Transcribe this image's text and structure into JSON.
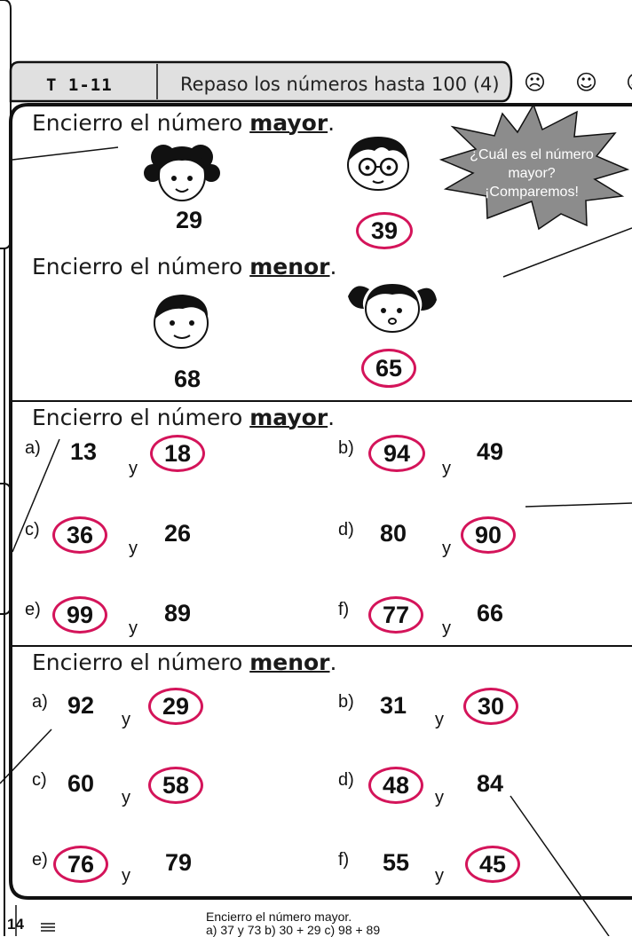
{
  "header": {
    "code": "T 1-11",
    "title": "Repaso los números hasta 100 (4)",
    "faces": [
      "☹",
      "☺",
      "☺"
    ]
  },
  "section1": {
    "title_prefix": "Encierro el número ",
    "title_kw": "mayor",
    "title_suffix": ".",
    "left": "29",
    "right": "39",
    "circled": "39",
    "speech_bubble": [
      "¿Cuál es el número",
      "mayor?",
      "¡Comparemos!"
    ]
  },
  "section2": {
    "title_prefix": "Encierro el número ",
    "title_kw": "menor",
    "title_suffix": ".",
    "left": "68",
    "right": "65",
    "circled": "65"
  },
  "section3": {
    "title_prefix": "Encierro el número ",
    "title_kw": "mayor",
    "title_suffix": ".",
    "conj": "y",
    "items": [
      {
        "letter": "a)",
        "first": "13",
        "second": "18",
        "circled": "second"
      },
      {
        "letter": "b)",
        "first": "94",
        "second": "49",
        "circled": "first"
      },
      {
        "letter": "c)",
        "first": "36",
        "second": "26",
        "circled": "first"
      },
      {
        "letter": "d)",
        "first": "80",
        "second": "90",
        "circled": "second"
      },
      {
        "letter": "e)",
        "first": "99",
        "second": "89",
        "circled": "first"
      },
      {
        "letter": "f)",
        "first": "77",
        "second": "66",
        "circled": "first"
      }
    ]
  },
  "section4": {
    "title_prefix": "Encierro el número ",
    "title_kw": "menor",
    "title_suffix": ".",
    "conj": "y",
    "items": [
      {
        "letter": "a)",
        "first": "92",
        "second": "29",
        "circled": "second"
      },
      {
        "letter": "b)",
        "first": "31",
        "second": "30",
        "circled": "second"
      },
      {
        "letter": "c)",
        "first": "60",
        "second": "58",
        "circled": "second"
      },
      {
        "letter": "d)",
        "first": "48",
        "second": "84",
        "circled": "first"
      },
      {
        "letter": "e)",
        "first": "76",
        "second": "79",
        "circled": "first"
      },
      {
        "letter": "f)",
        "first": "55",
        "second": "45",
        "circled": "second"
      }
    ]
  },
  "footer": {
    "page": "14",
    "line1": "Encierro el número mayor.",
    "line2": "a)  37 y 73   b)  30 + 29   c)  98 + 89"
  },
  "colors": {
    "circle": "#d4145a",
    "bubble": "#8c8c8c",
    "header_bg": "#e0e0e0"
  }
}
